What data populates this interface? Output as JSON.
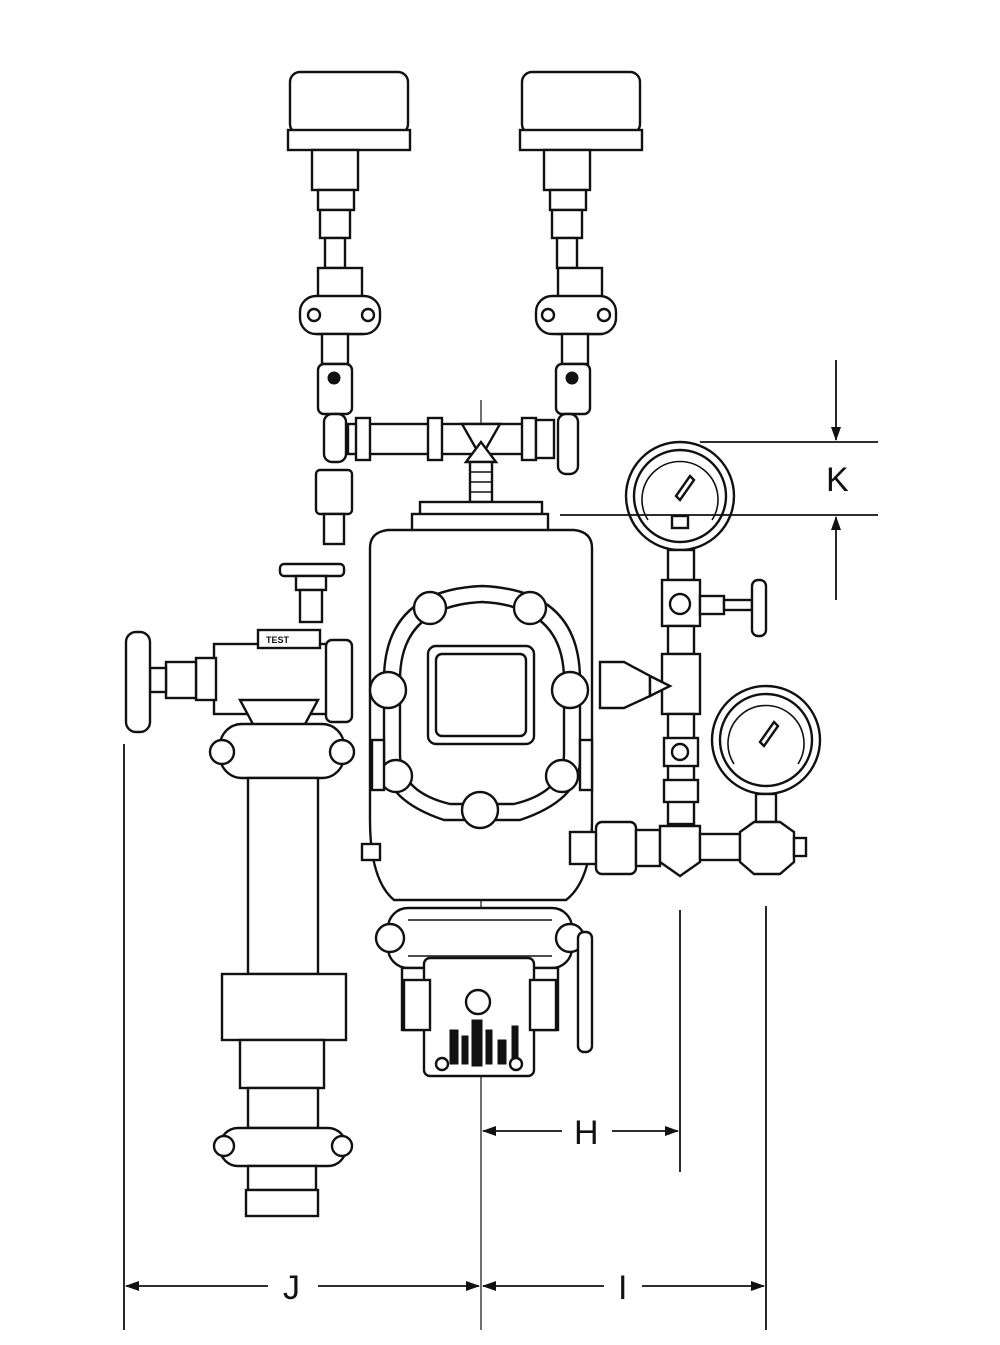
{
  "dimension_labels": {
    "K": "K",
    "H": "H",
    "J": "J",
    "I": "I"
  },
  "component_text": {
    "test_valve": "TEST"
  },
  "colors": {
    "line": "#111111",
    "background": "#ffffff"
  }
}
